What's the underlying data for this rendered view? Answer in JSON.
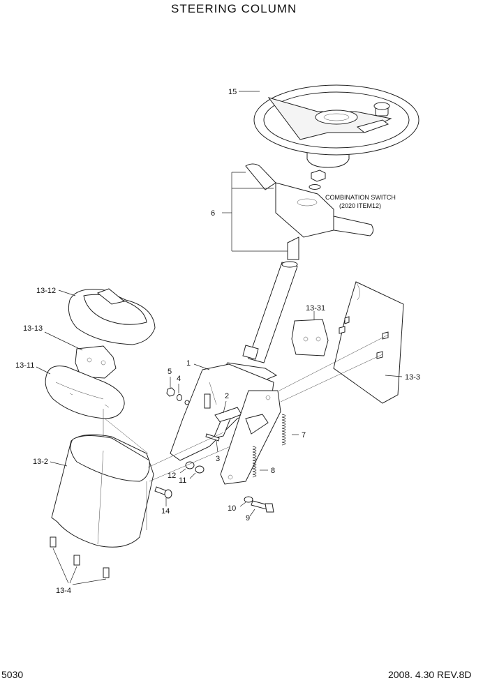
{
  "title": "STEERING COLUMN",
  "page_number": "5030",
  "revision": "2008. 4.30  REV.8D",
  "note": {
    "line1": "COMBINATION SWITCH",
    "line2": "(2020  ITEM12)"
  },
  "labels": {
    "p1": "1",
    "p2": "2",
    "p3": "3",
    "p4": "4",
    "p5": "5",
    "p6": "6",
    "p7": "7",
    "p8": "8",
    "p9": "9",
    "p10": "10",
    "p11": "11",
    "p12": "12",
    "p13_2": "13-2",
    "p13_3": "13-3",
    "p13_4": "13-4",
    "p13_11": "13-11",
    "p13_12": "13-12",
    "p13_13": "13-13",
    "p13_31": "13-31",
    "p14": "14",
    "p15": "15"
  }
}
